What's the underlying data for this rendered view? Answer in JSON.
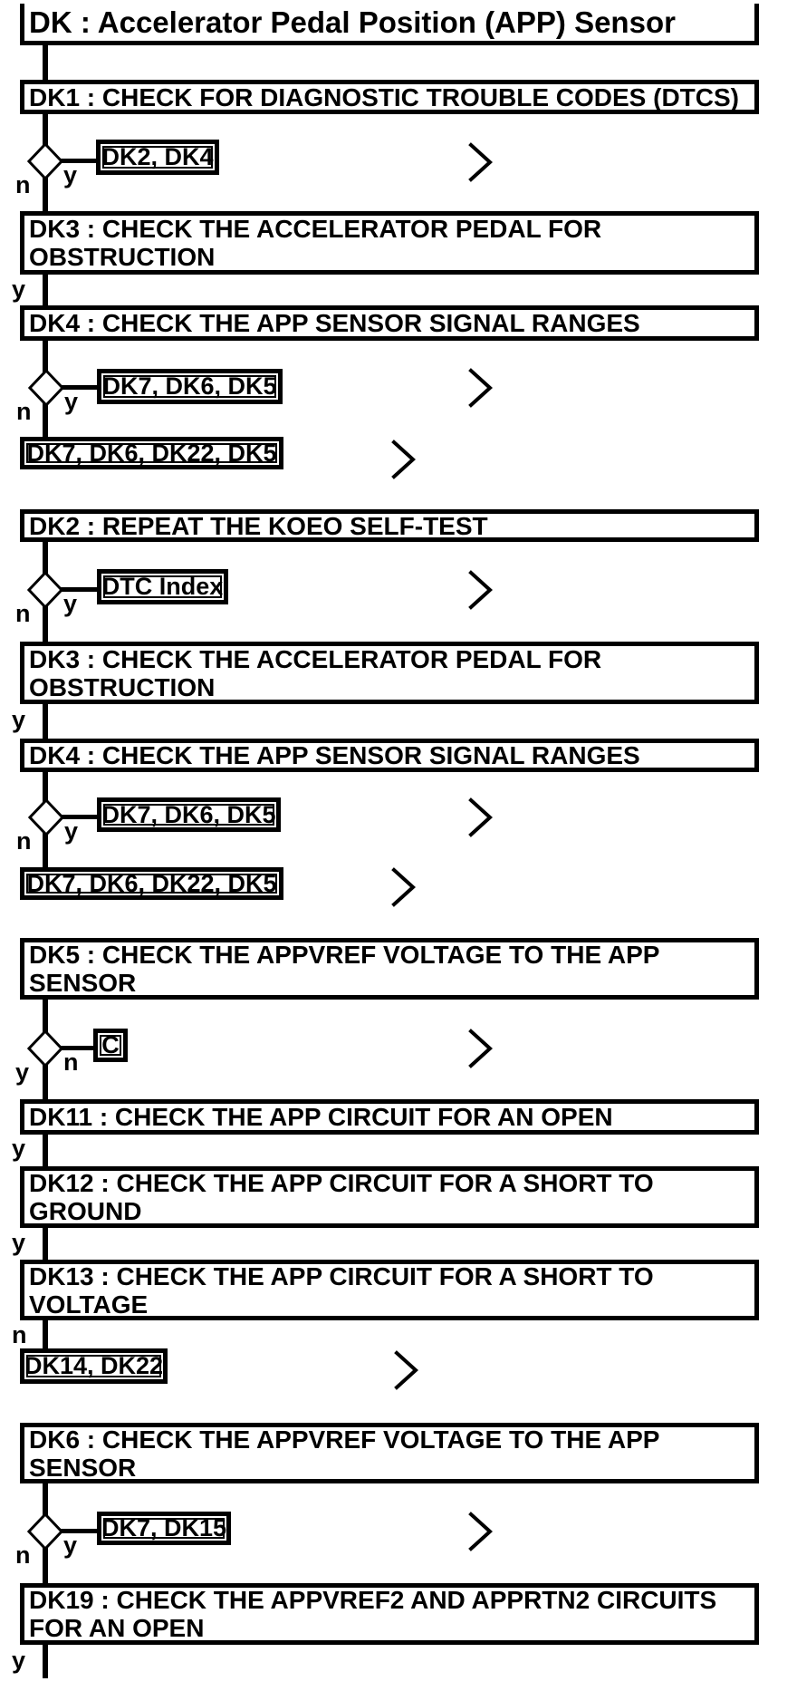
{
  "labels": {
    "yes": "y",
    "no": "n"
  },
  "colors": {
    "line": "#000000",
    "background": "#ffffff"
  },
  "nodes": [
    {
      "id": "DK",
      "type": "title",
      "label": "DK : Accelerator Pedal Position (APP) Sensor"
    },
    {
      "id": "DK1",
      "type": "process",
      "label": "DK1 : CHECK FOR DIAGNOSTIC TROUBLE CODES (DTCS)"
    },
    {
      "id": "DK2, DK4",
      "type": "link",
      "label": "DK2, DK4"
    },
    {
      "id": "DK3",
      "type": "process",
      "label": "DK3 : CHECK THE ACCELERATOR PEDAL FOR\nOBSTRUCTION"
    },
    {
      "id": "DK4",
      "type": "process",
      "label": "DK4 : CHECK THE APP SENSOR SIGNAL RANGES"
    },
    {
      "id": "DK7, DK6, DK5",
      "type": "link",
      "label": "DK7, DK6, DK5"
    },
    {
      "id": "DK7, DK6, DK22, DK5",
      "type": "link",
      "label": "DK7, DK6, DK22, DK5"
    },
    {
      "id": "DK2",
      "type": "process",
      "label": "DK2 : REPEAT THE KOEO SELF-TEST"
    },
    {
      "id": "DTC Index",
      "type": "link",
      "label": "DTC Index"
    },
    {
      "id": "DK3b",
      "type": "process",
      "label": "DK3 : CHECK THE ACCELERATOR PEDAL FOR\nOBSTRUCTION"
    },
    {
      "id": "DK4b",
      "type": "process",
      "label": "DK4 : CHECK THE APP SENSOR SIGNAL RANGES"
    },
    {
      "id": "DK7, DK6, DK5 b",
      "type": "link",
      "label": "DK7, DK6, DK5"
    },
    {
      "id": "DK7, DK6, DK22, DK5 b",
      "type": "link",
      "label": "DK7, DK6, DK22, DK5"
    },
    {
      "id": "DK5",
      "type": "process",
      "label": "DK5 : CHECK THE APPVREF VOLTAGE TO THE APP\nSENSOR"
    },
    {
      "id": "C",
      "type": "link",
      "label": "C"
    },
    {
      "id": "DK11",
      "type": "process",
      "label": "DK11 : CHECK THE APP CIRCUIT FOR AN OPEN"
    },
    {
      "id": "DK12",
      "type": "process",
      "label": "DK12 : CHECK THE APP CIRCUIT FOR A SHORT TO\nGROUND"
    },
    {
      "id": "DK13",
      "type": "process",
      "label": "DK13 : CHECK THE APP CIRCUIT FOR A SHORT TO\nVOLTAGE"
    },
    {
      "id": "DK14, DK22",
      "type": "link",
      "label": "DK14, DK22"
    },
    {
      "id": "DK6",
      "type": "process",
      "label": "DK6 : CHECK THE APPVREF VOLTAGE TO THE APP\nSENSOR"
    },
    {
      "id": "DK7, DK15",
      "type": "link",
      "label": "DK7, DK15"
    },
    {
      "id": "DK19",
      "type": "process",
      "label": "DK19 : CHECK THE APPVREF2 AND APPRTN2 CIRCUITS\nFOR AN OPEN"
    }
  ],
  "edges": [
    "DK -> DK1",
    "DK1 -y-> DK2, DK4",
    "DK1 -n-> DK3",
    "DK3 -y-> DK4",
    "DK4 -y-> DK7, DK6, DK5",
    "DK4 -n-> DK7, DK6, DK22, DK5",
    "DK2 -y-> DTC Index",
    "DK2 -n-> DK3",
    "DK5 -n-> C",
    "DK5 -y-> DK11",
    "DK11 -y-> DK12",
    "DK12 -y-> DK13",
    "DK13 -n-> DK14, DK22",
    "DK6 -y-> DK7, DK15",
    "DK6 -n-> DK19",
    "DK19 -y-> continues"
  ]
}
